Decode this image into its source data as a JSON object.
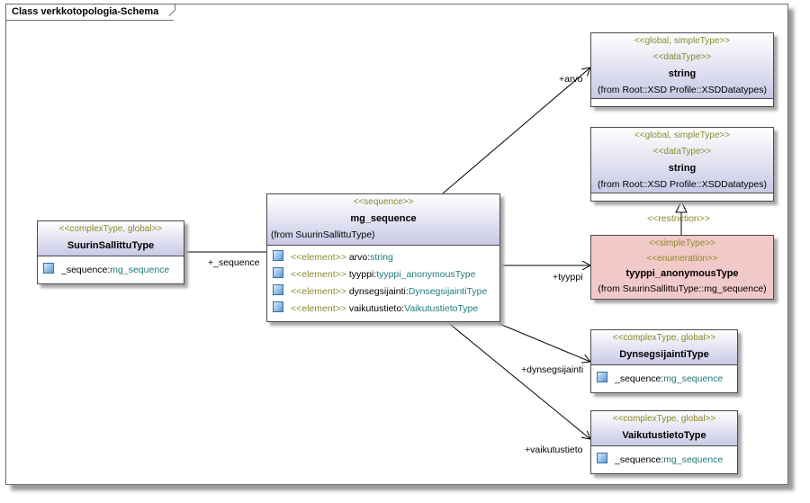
{
  "frame_title": "Class verkkotopologia-Schema",
  "colors": {
    "stereotype": "#8a8a2a",
    "type_ref": "#1f7a7a",
    "header_gradient_end": "#c9c9e6",
    "enum_fill": "#f2c9c9"
  },
  "icons": {
    "attribute": "attribute-icon"
  },
  "classes": {
    "suurin": {
      "stereotype": "<<complexType, global>>",
      "name": "SuurinSallittuType",
      "attrs": [
        {
          "name": "_sequence:",
          "type": "mg_sequence"
        }
      ]
    },
    "mg": {
      "stereotype": "<<sequence>>",
      "name": "mg_sequence",
      "from": "(from SuurinSallittuType)",
      "attrs": [
        {
          "kw": "<<element>> ",
          "name": "arvo:",
          "type": "string"
        },
        {
          "kw": "<<element>> ",
          "name": "tyyppi:",
          "type": "tyyppi_anonymousType"
        },
        {
          "kw": "<<element>> ",
          "name": "dynsegsijainti:",
          "type": "DynsegsijaintiType"
        },
        {
          "kw": "<<element>> ",
          "name": "vaikutustieto:",
          "type": "VaikutustietoType"
        }
      ]
    },
    "string1": {
      "stereotype1": "<<global, simpleType>>",
      "stereotype2": "<<dataType>>",
      "name": "string",
      "from": "(from Root::XSD Profile::XSDDatatypes)"
    },
    "string2": {
      "stereotype1": "<<global, simpleType>>",
      "stereotype2": "<<dataType>>",
      "name": "string",
      "from": "(from Root::XSD Profile::XSDDatatypes)"
    },
    "tyyppi": {
      "stereotype1": "<<simpleType>>",
      "stereotype2": "<<enumeration>>",
      "name": "tyyppi_anonymousType",
      "from": "(from SuurinSallittuType::mg_sequence)"
    },
    "dynseg": {
      "stereotype": "<<complexType, global>>",
      "name": "DynsegsijaintiType",
      "attrs": [
        {
          "name": "_sequence:",
          "type": "mg_sequence"
        }
      ]
    },
    "vaikutus": {
      "stereotype": "<<complexType, global>>",
      "name": "VaikutustietoType",
      "attrs": [
        {
          "name": "_sequence:",
          "type": "mg_sequence"
        }
      ]
    }
  },
  "edges": {
    "sequence": "+_sequence",
    "arvo": "+arvo",
    "tyyppi": "+tyyppi",
    "dynseg": "+dynsegsijainti",
    "vaikutus": "+vaikutustieto",
    "restriction": "<<restriction>>"
  }
}
